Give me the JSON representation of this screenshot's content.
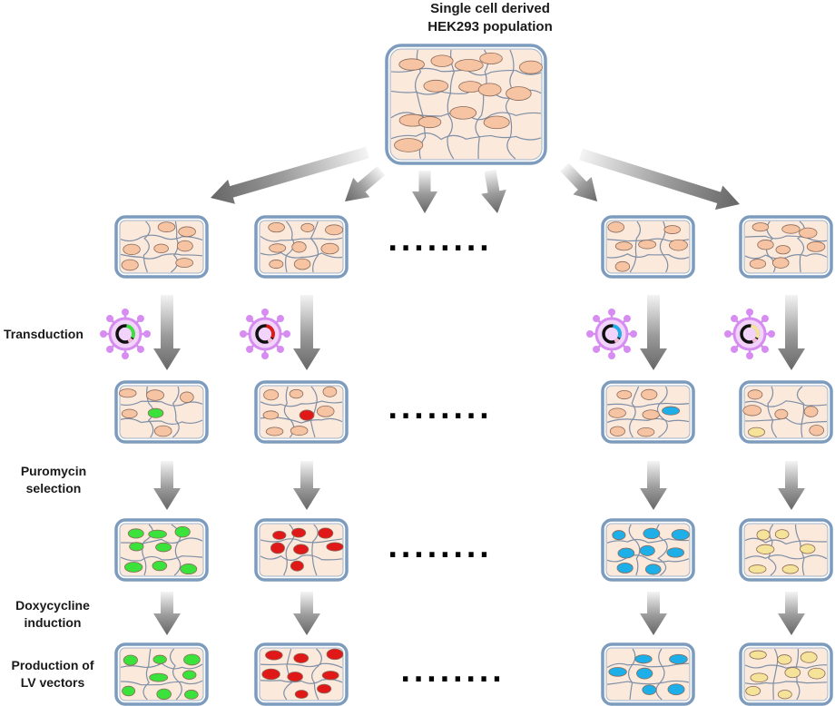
{
  "title": {
    "line1": "Single cell derived",
    "line2": "HEK293 population"
  },
  "steps": {
    "transduction": "Transduction",
    "puromycin_line1": "Puromycin",
    "puromycin_line2": "selection",
    "doxycycline_line1": "Doxycycline",
    "doxycycline_line2": "induction",
    "production_line1": "Production of",
    "production_line2": "LV vectors"
  },
  "ellipsis": "........",
  "colors": {
    "cell_fill": "#fbe9dc",
    "cell_border": "#7d9bbd",
    "nucleus": "#f6c4a3",
    "arrow_dark": "#6e6e6e",
    "virus": "#d68cf0",
    "lineage_colors": [
      "#3ce23c",
      "#e01818",
      "#1eaee8",
      "#f6e39a"
    ]
  },
  "icons": [
    "cell-culture-icon",
    "arrow-icon",
    "virus-icon",
    "plasmid-icon"
  ]
}
